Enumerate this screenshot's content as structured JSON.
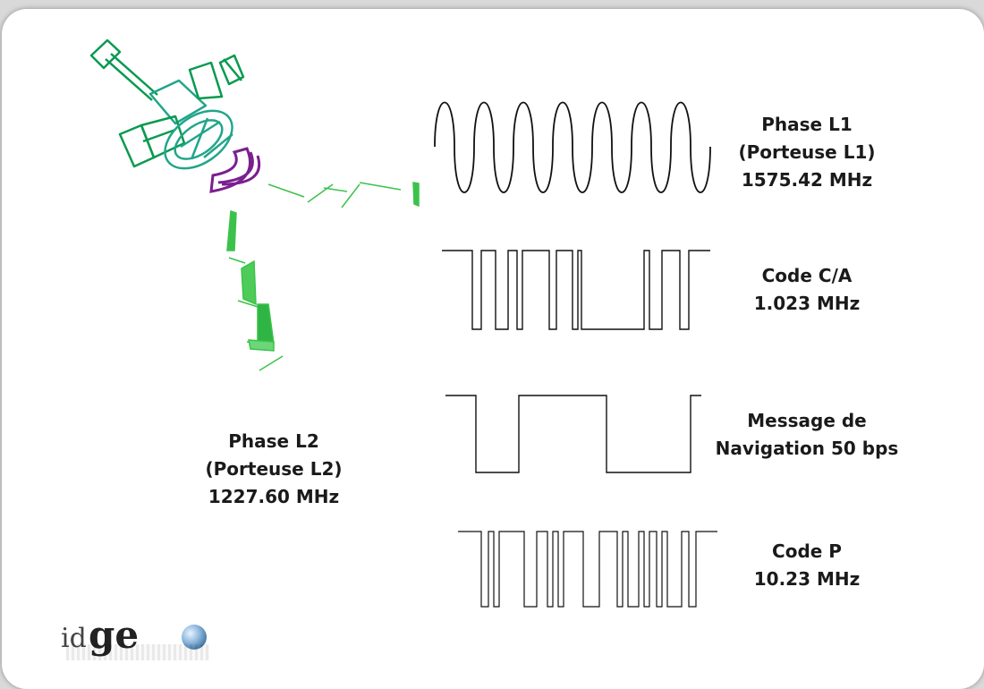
{
  "signals": [
    {
      "id": "l1",
      "lines": [
        "Phase L1",
        "(Porteuse L1)",
        "1575.42 MHz"
      ]
    },
    {
      "id": "ca",
      "lines": [
        "Code C/A",
        "1.023 MHz"
      ]
    },
    {
      "id": "nav",
      "lines": [
        "Message de",
        "Navigation 50 bps"
      ]
    },
    {
      "id": "p",
      "lines": [
        "Code P",
        "10.23 MHz"
      ]
    }
  ],
  "l2_label": {
    "lines": [
      "Phase L2",
      "(Porteuse L2)",
      "1227.60 MHz"
    ]
  },
  "logo": {
    "text_id": "id",
    "text_geo": "ge"
  },
  "colors": {
    "satellite_green": "#0a9a50",
    "satellite_teal": "#21a58a",
    "antenna_purple": "#7a1f8f",
    "beam_green": "#3cc24a",
    "waveform": "#111111",
    "text": "#1a1a1a"
  },
  "icons": [
    "satellite-icon",
    "antenna-icon",
    "globe-icon"
  ]
}
